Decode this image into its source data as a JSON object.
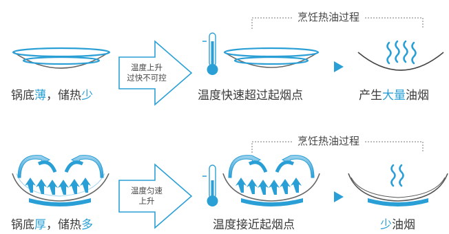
{
  "colors": {
    "blue": "#2a9fd6",
    "light_blue": "#cbe6f3",
    "gray": "#666666"
  },
  "top_row": {
    "process_title": "烹饪热油过程",
    "pan_label": {
      "prefix": "锅底",
      "hl1": "薄",
      "mid": "，储热",
      "hl2": "少"
    },
    "arrow_text": [
      "温度上升",
      "过快不可控"
    ],
    "temp_label": "温度快速超过起烟点",
    "result_label": {
      "prefix": "产生",
      "hl": "大量",
      "suffix": "油烟"
    }
  },
  "bottom_row": {
    "process_title": "烹饪热油过程",
    "pan_label": {
      "prefix": "锅底",
      "hl1": "厚",
      "mid": "，储热",
      "hl2": "多"
    },
    "arrow_text": [
      "温度匀速",
      "上升"
    ],
    "temp_label": "温度接近起烟点",
    "result_label": {
      "hl": "少",
      "suffix": "油烟"
    }
  },
  "icons": [
    "thin-pan-icon",
    "thermometer-icon",
    "smoke-icon",
    "thick-pan-icon",
    "heat-flow-icon"
  ]
}
